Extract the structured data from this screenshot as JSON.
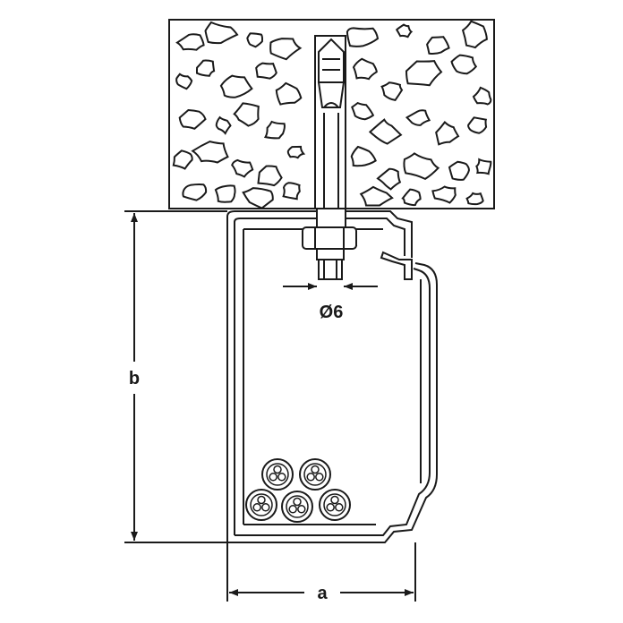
{
  "labels": {
    "width": "a",
    "height": "b",
    "rod_diameter": "Ø6"
  },
  "colors": {
    "line": "#1a1a1a",
    "background": "#ffffff"
  }
}
